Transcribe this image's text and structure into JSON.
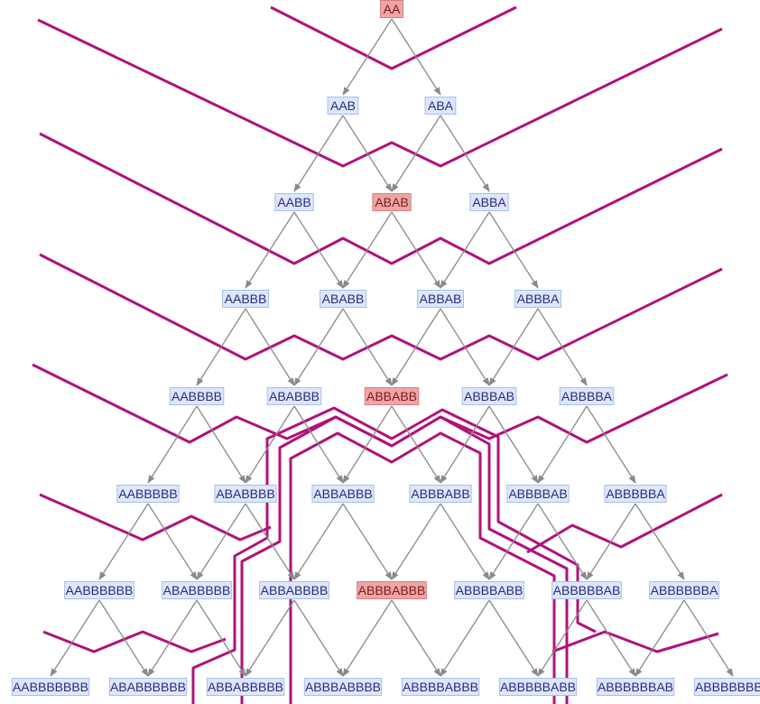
{
  "colors": {
    "node_fill": "#dde7fb",
    "node_stroke": "#a9bfe8",
    "node_text": "#2a2a7a",
    "highlight_fill": "#efa5a5",
    "highlight_stroke": "#d98080",
    "highlight_text": "#7a1a1a",
    "edge": "#8a8a8a",
    "foliation_curve": "#b0127a",
    "lightcone_curve": "#b0127a"
  },
  "graph": {
    "levels": [
      [
        {
          "label": "AA",
          "highlight": true
        }
      ],
      [
        {
          "label": "AAB",
          "highlight": false
        },
        {
          "label": "ABA",
          "highlight": false
        }
      ],
      [
        {
          "label": "AABB",
          "highlight": false
        },
        {
          "label": "ABAB",
          "highlight": true
        },
        {
          "label": "ABBA",
          "highlight": false
        }
      ],
      [
        {
          "label": "AABBB",
          "highlight": false
        },
        {
          "label": "ABABB",
          "highlight": false
        },
        {
          "label": "ABBAB",
          "highlight": false
        },
        {
          "label": "ABBBA",
          "highlight": false
        }
      ],
      [
        {
          "label": "AABBBB",
          "highlight": false
        },
        {
          "label": "ABABBB",
          "highlight": false
        },
        {
          "label": "ABBABB",
          "highlight": true
        },
        {
          "label": "ABBBAB",
          "highlight": false
        },
        {
          "label": "ABBBBA",
          "highlight": false
        }
      ],
      [
        {
          "label": "AABBBBB",
          "highlight": false
        },
        {
          "label": "ABABBBB",
          "highlight": false
        },
        {
          "label": "ABBABBB",
          "highlight": false
        },
        {
          "label": "ABBBABB",
          "highlight": false
        },
        {
          "label": "ABBBBAB",
          "highlight": false
        },
        {
          "label": "ABBBBBA",
          "highlight": false
        }
      ],
      [
        {
          "label": "AABBBBBB",
          "highlight": false
        },
        {
          "label": "ABABBBBB",
          "highlight": false
        },
        {
          "label": "ABBABBBB",
          "highlight": false
        },
        {
          "label": "ABBBABBB",
          "highlight": true
        },
        {
          "label": "ABBBBABB",
          "highlight": false
        },
        {
          "label": "ABBBBBAB",
          "highlight": false
        },
        {
          "label": "ABBBBBBA",
          "highlight": false
        }
      ],
      [
        {
          "label": "AABBBBBBB",
          "highlight": false
        },
        {
          "label": "ABABBBBBB",
          "highlight": false
        },
        {
          "label": "ABBABBBBB",
          "highlight": false
        },
        {
          "label": "ABBBABBBB",
          "highlight": false
        },
        {
          "label": "ABBBBABBB",
          "highlight": false
        },
        {
          "label": "ABBBBBABB",
          "highlight": false
        },
        {
          "label": "ABBBBBBAB",
          "highlight": false
        },
        {
          "label": "ABBBBBBBA",
          "highlight": false
        }
      ]
    ]
  }
}
